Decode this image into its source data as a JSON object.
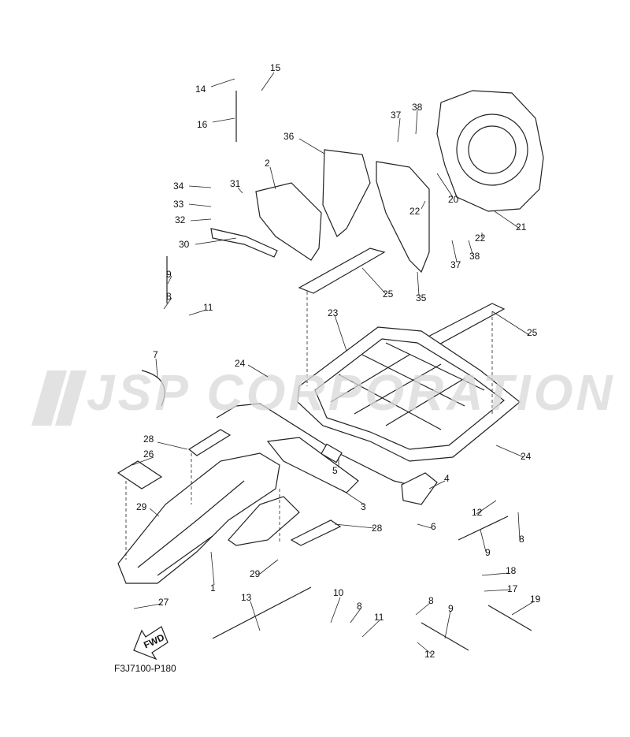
{
  "diagram": {
    "drawing_code": "F3J7100-P180",
    "watermark": "JSP CORPORATION",
    "fwd_arrow_label": "FWD",
    "callouts": [
      "14",
      "15",
      "16",
      "36",
      "37",
      "38",
      "2",
      "34",
      "31",
      "33",
      "32",
      "30",
      "20",
      "22",
      "21",
      "22",
      "38",
      "37",
      "9",
      "25",
      "35",
      "8",
      "11",
      "23",
      "25",
      "7",
      "24",
      "24",
      "28",
      "26",
      "5",
      "4",
      "3",
      "29",
      "12",
      "28",
      "6",
      "9",
      "8",
      "29",
      "1",
      "18",
      "17",
      "27",
      "13",
      "10",
      "8",
      "11",
      "8",
      "9",
      "19",
      "12"
    ]
  }
}
